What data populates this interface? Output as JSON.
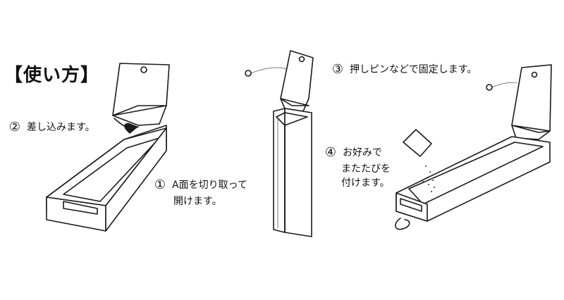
{
  "title": "【使い方】",
  "steps": [
    {
      "num": "①",
      "text_line1": "A面を切り取って",
      "text_line2": "開けます。"
    },
    {
      "num": "②",
      "text": "差し込みます。"
    },
    {
      "num": "③",
      "text": "押しピンなどで固定します。"
    },
    {
      "num": "④",
      "text_line1": "お好みで",
      "text_line2": "またたびを",
      "text_line3": "付けます。"
    }
  ]
}
